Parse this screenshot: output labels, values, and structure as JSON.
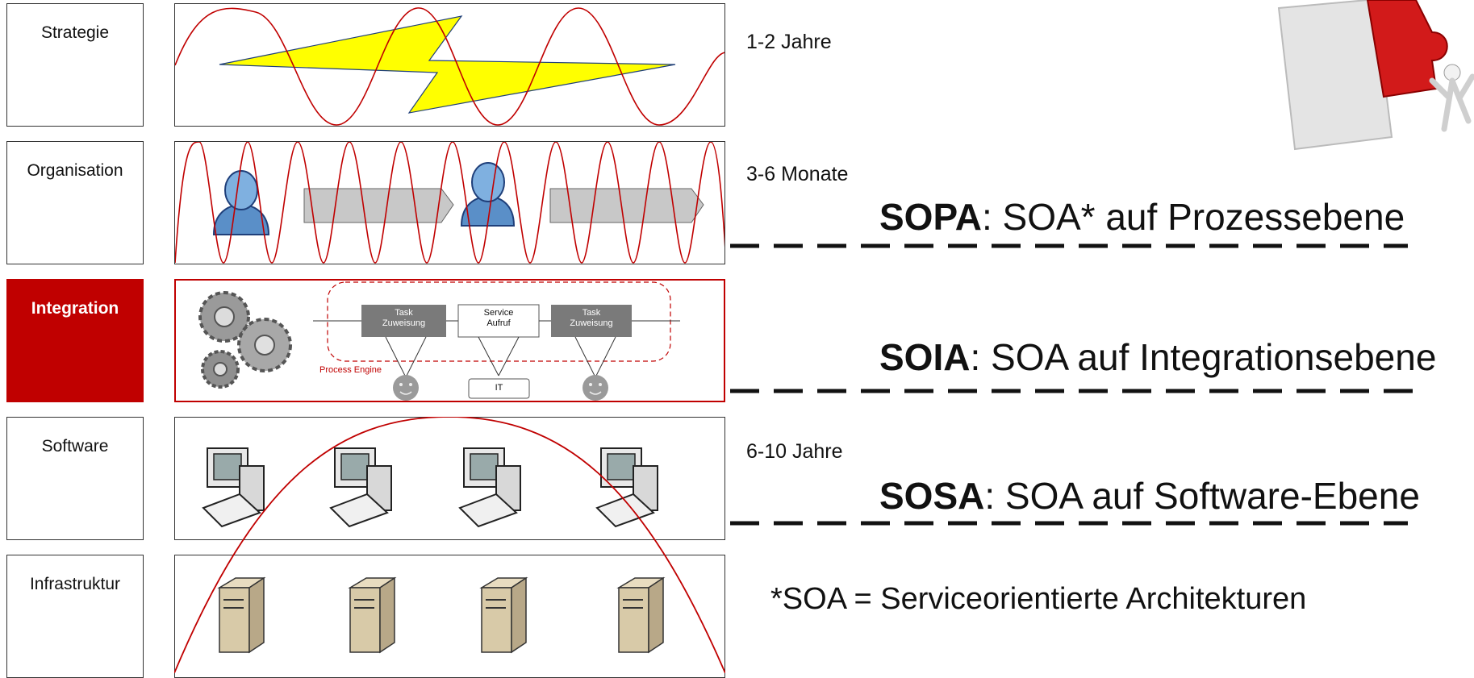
{
  "layers": [
    {
      "label": "Strategie",
      "active": false
    },
    {
      "label": "Organisation",
      "active": false
    },
    {
      "label": "Integration",
      "active": true
    },
    {
      "label": "Software",
      "active": false
    },
    {
      "label": "Infrastruktur",
      "active": false
    }
  ],
  "time_labels": {
    "strategie": "1-2 Jahre",
    "organisation": "3-6 Monate",
    "software": "6-10 Jahre"
  },
  "soa_levels": [
    {
      "abbr": "SOPA",
      "rest": ": SOA* auf Prozessebene"
    },
    {
      "abbr": "SOIA",
      "rest": ": SOA auf Integrationsebene"
    },
    {
      "abbr": "SOSA",
      "rest": ": SOA auf Software-Ebene"
    }
  ],
  "integration": {
    "task1": [
      "Task",
      "Zuweisung"
    ],
    "service": [
      "Service",
      "Aufruf"
    ],
    "task2": [
      "Task",
      "Zuweisung"
    ],
    "it": "IT",
    "engine": "Process Engine"
  },
  "footnote": "*SOA = Serviceorientierte Architekturen",
  "colors": {
    "accent": "#c00000",
    "wave": "#c00000",
    "lightning": "#ffff00"
  }
}
